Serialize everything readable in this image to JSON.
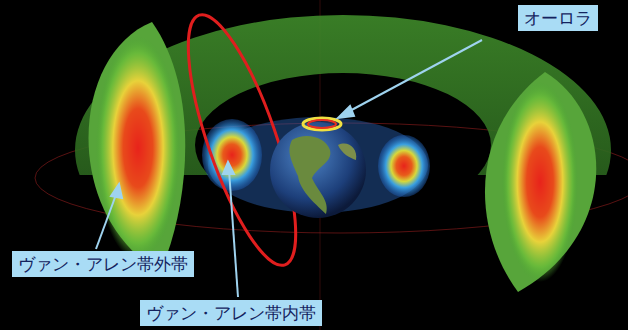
{
  "diagram": {
    "nodes": [
      {
        "text": [
          "オーロラ"
        ]
      },
      {
        "text": [
          "ヴァン・アレン帯外帯"
        ]
      },
      {
        "text": [
          "ヴァン・アレン帯内帯"
        ]
      }
    ]
  }
}
